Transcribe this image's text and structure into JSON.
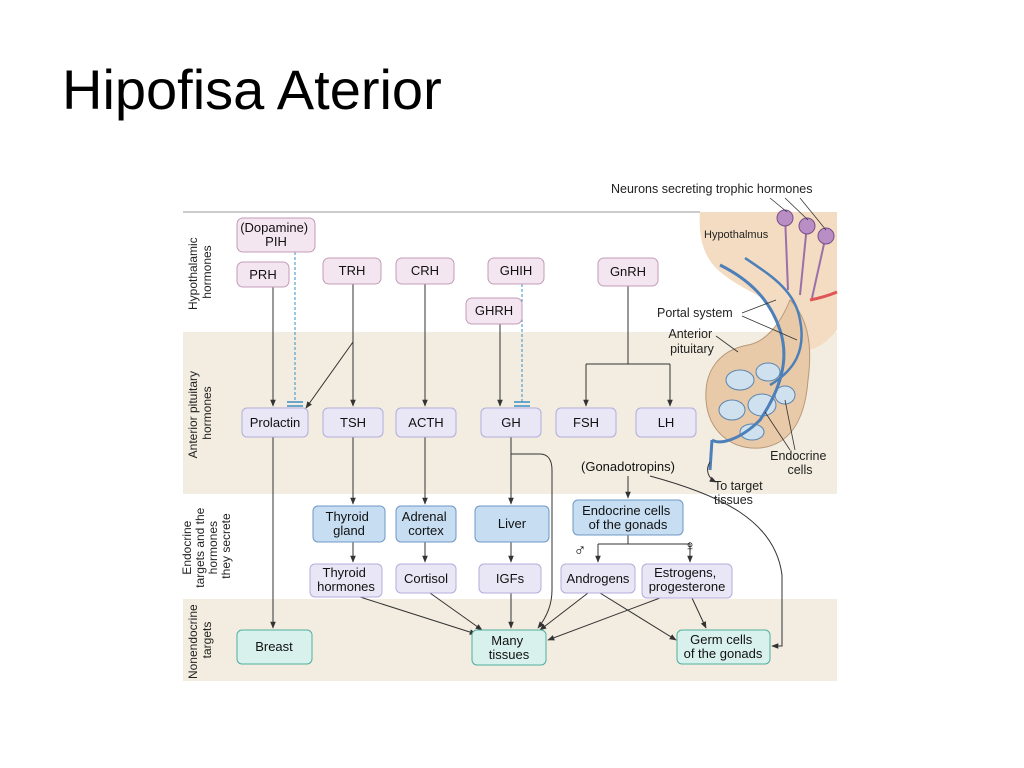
{
  "slide": {
    "title": "Hipofisa Aterior"
  },
  "bands": {
    "hypothalamic": [
      "Hypothalamic",
      "hormones"
    ],
    "anterior": [
      "Anterior pituitary",
      "hormones"
    ],
    "endocrine": [
      "Endocrine",
      "targets and the",
      "hormones",
      "they secrete"
    ],
    "nonendocrine": [
      "Nonendocrine",
      "targets"
    ]
  },
  "nodes": {
    "dopamine_pih": [
      "(Dopamine)",
      "PIH"
    ],
    "prh": "PRH",
    "trh": "TRH",
    "crh": "CRH",
    "ghih": "GHIH",
    "ghrh": "GHRH",
    "gnrh": "GnRH",
    "prolactin": "Prolactin",
    "tsh": "TSH",
    "acth": "ACTH",
    "gh": "GH",
    "fsh": "FSH",
    "lh": "LH",
    "gonadotropins": "(Gonadotropins)",
    "thyroid_gland": [
      "Thyroid",
      "gland"
    ],
    "adrenal_cortex": [
      "Adrenal",
      "cortex"
    ],
    "liver": "Liver",
    "endocrine_gonads": [
      "Endocrine cells",
      "of the gonads"
    ],
    "thyroid_hormones": [
      "Thyroid",
      "hormones"
    ],
    "cortisol": "Cortisol",
    "igfs": "IGFs",
    "androgens": "Androgens",
    "estrogens": [
      "Estrogens,",
      "progesterone"
    ],
    "breast": "Breast",
    "many_tissues": [
      "Many",
      "tissues"
    ],
    "germ_cells": [
      "Germ cells",
      "of the gonads"
    ],
    "male_symbol": "♂",
    "female_symbol": "♀"
  },
  "inset": {
    "neurons_label": "Neurons secreting trophic hormones",
    "hypothalamus_label": "Hypothalmus",
    "portal_label": "Portal system",
    "anterior_label": [
      "Anterior",
      "pituitary"
    ],
    "endocrine_label": [
      "Endocrine",
      "cells"
    ],
    "target_label": [
      "To target",
      "tissues"
    ]
  }
}
